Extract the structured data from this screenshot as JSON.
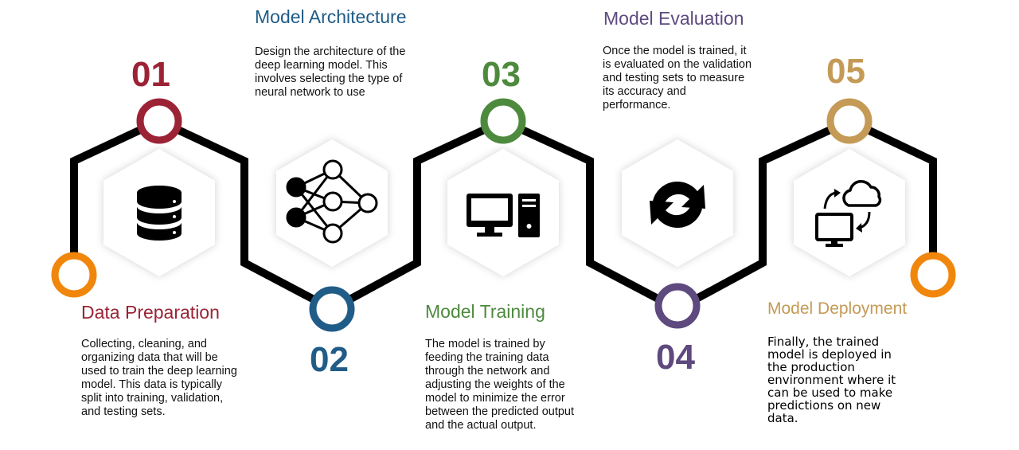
{
  "colors": {
    "step1": "#9B2335",
    "step2": "#1F5C87",
    "step3": "#4E8A3E",
    "step4": "#5E4A7E",
    "step5": "#C49A56",
    "end_ring": "#F0870C",
    "path": "#000000",
    "hexagon_fill": "#ffffff"
  },
  "steps": [
    {
      "number": "01",
      "title": "Data Preparation",
      "icon": "database-icon",
      "description": "Collecting, cleaning, and organizing data that will be used to train the deep learning model. This data is typically split into training, validation, and testing sets."
    },
    {
      "number": "02",
      "title": "Model Architecture",
      "icon": "neural-network-icon",
      "description": "Design the architecture of the deep learning model. This involves selecting the type of neural network to use"
    },
    {
      "number": "03",
      "title": "Model Training",
      "icon": "computer-icon",
      "description": "The model is trained by feeding the training data through the network and adjusting the weights of the model to minimize the error between the predicted output and the actual output."
    },
    {
      "number": "04",
      "title": "Model Evaluation",
      "icon": "refresh-icon",
      "description": "Once the model is trained, it is evaluated on the validation and testing sets to measure its accuracy and performance."
    },
    {
      "number": "05",
      "title": "Model Deployment",
      "icon": "cloud-deploy-icon",
      "description": "Finally, the trained model is deployed in the production environment where it can be used to make predictions on new data."
    }
  ]
}
